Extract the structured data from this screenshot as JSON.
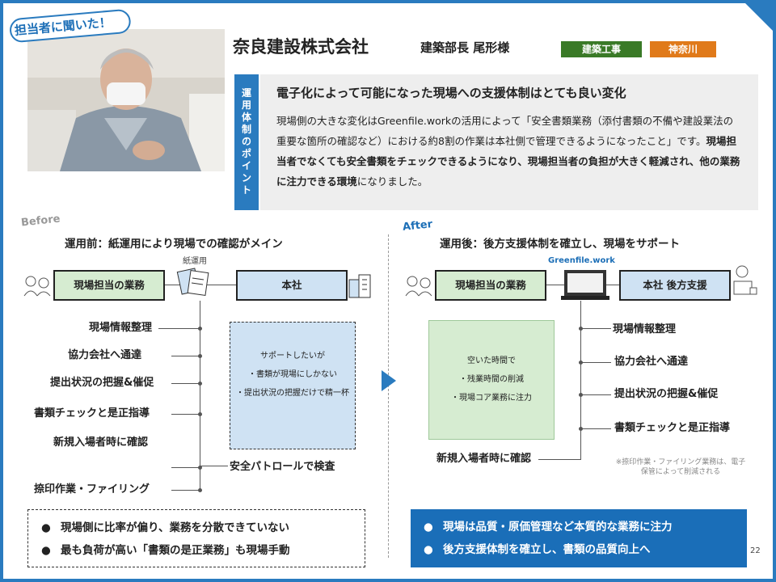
{
  "header": {
    "speech_label": "担当者に聞いた！",
    "company": "奈良建設株式会社",
    "person": "建築部長 尾形様",
    "tags": [
      "建築工事",
      "神奈川"
    ],
    "colors": {
      "accent": "#2a7bbf",
      "tag_construction": "#3a7a27",
      "tag_region": "#e07a1a"
    }
  },
  "point": {
    "vertical_label": "運用体制のポイント",
    "title": "電子化によって可能になった現場への支援体制はとても良い変化",
    "body_1": "現場側の大きな変化はGreenfile.workの活用によって「安全書類業務（添付書類の不備や建設業法の重要な箇所の確認など）における約8割の作業は本社側で管理できるようになったこと」です。",
    "body_bold": "現場担当者でなくても安全書類をチェックできるようになり、現場担当者の負担が大きく軽減され、他の業務に注力できる環境",
    "body_2": "になりました。"
  },
  "before": {
    "label": "Before",
    "heading": "運用前：紙運用により現場での確認がメイン",
    "site_box": "現場担当の業務",
    "paper_label": "紙運用",
    "hq_box": "本社",
    "items": [
      "現場情報整理",
      "協力会社へ通達",
      "提出状況の把握&催促",
      "書類チェックと是正指導",
      "新規入場者時に確認",
      "捺印作業・ファイリング"
    ],
    "hq_item": "安全パトロールで検査",
    "support_note": [
      "サポートしたいが",
      "・書類が現場にしかない",
      "・提出状況の把握だけで精一杯"
    ],
    "summary": [
      "現場側に比率が偏り、業務を分散できていない",
      "最も負荷が高い「書類の是正業務」も現場手動"
    ]
  },
  "after": {
    "label": "After",
    "heading": "運用後：後方支援体制を確立し、現場をサポート",
    "site_box": "現場担当の業務",
    "brand": "Greenfile.work",
    "hq_box": "本社 後方支援",
    "freed_note": [
      "空いた時間で",
      "・残業時間の削減",
      "・現場コア業務に注力"
    ],
    "site_item": "新規入場者時に確認",
    "hq_items": [
      "現場情報整理",
      "協力会社へ通達",
      "提出状況の把握&催促",
      "書類チェックと是正指導"
    ],
    "note": "※捺印作業・ファイリング業務は、電子保管によって削減される",
    "summary": [
      "現場は品質・原価管理など本質的な業務に注力",
      "後方支援体制を確立し、書類の品質向上へ"
    ]
  },
  "page_number": "22"
}
